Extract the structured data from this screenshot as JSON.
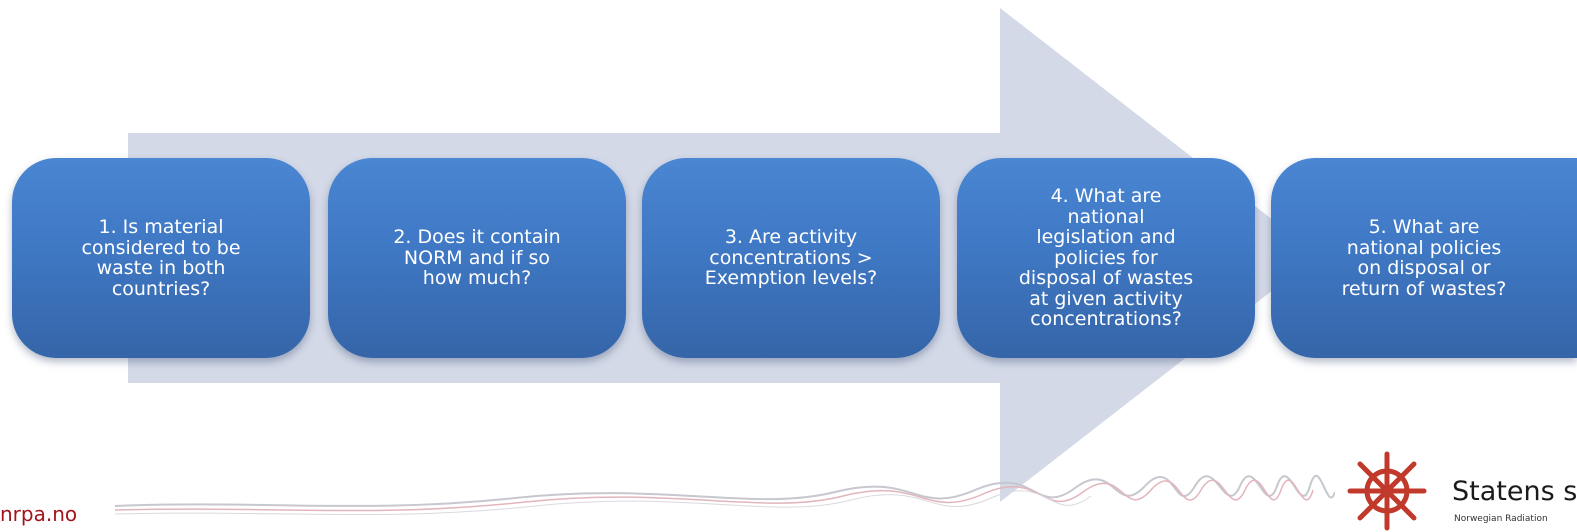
{
  "diagram": {
    "steps": [
      {
        "text": "1. Is material\nconsidered to be\nwaste in both\ncountries?"
      },
      {
        "text": "2. Does it contain\nNORM and if so\nhow much?"
      },
      {
        "text": "3. Are activity\nconcentrations >\nExemption levels?"
      },
      {
        "text": "4. What are\nnational\nlegislation and\npolicies for\ndisposal of wastes\nat given activity\nconcentrations?"
      },
      {
        "text": "5. What are\nnational policies\non disposal or\nreturn of wastes?"
      }
    ]
  },
  "footer": {
    "url": "nrpa.no",
    "logo_title": "Statens st",
    "logo_subtitle": "Norwegian Radiation"
  },
  "colors": {
    "arrow": "#d3d9e7",
    "box": "#3f78c4",
    "url": "#a3141e",
    "logo": "#c0392b"
  }
}
